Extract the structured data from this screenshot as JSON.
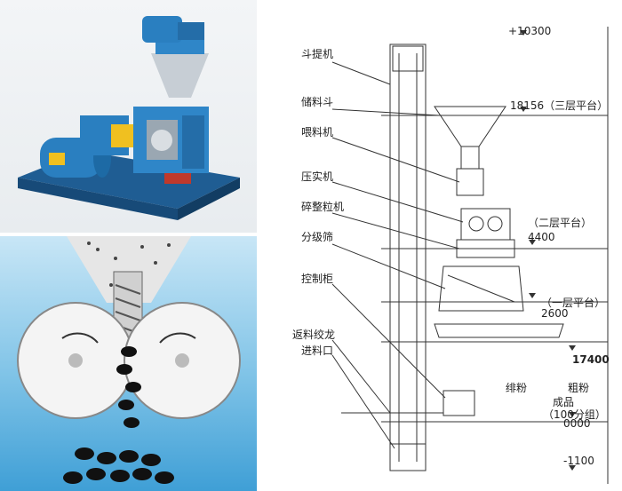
{
  "diagram": {
    "components": {
      "bucket_elevator": "斗提机",
      "storage_hopper": "储料斗",
      "feeder": "喂料机",
      "compactor": "压实机",
      "granulator": "碎整粒机",
      "screen": "分级筛",
      "control_cabinet": "控制柜",
      "return_auger": "返料绞龙",
      "feed_inlet": "进料口"
    },
    "elevations": {
      "top": "+10300",
      "third_platform": "18156（三层平台）",
      "second_platform_label": "（二层平台）",
      "second_platform_value": "4400",
      "first_platform_label": "（一层平台）",
      "first_platform_value": "2600",
      "screen_level": "17400",
      "ground": "0000",
      "pit": "-1100"
    },
    "outputs": {
      "fine": "绯粉",
      "coarse": "粗粉",
      "product": "成品",
      "product_group": "（100分组）"
    }
  },
  "colors": {
    "machine_blue": "#2a7fc0",
    "roller_panel": "#5bb0e0",
    "motor_yellow": "#f0c020",
    "line": "#333333"
  }
}
